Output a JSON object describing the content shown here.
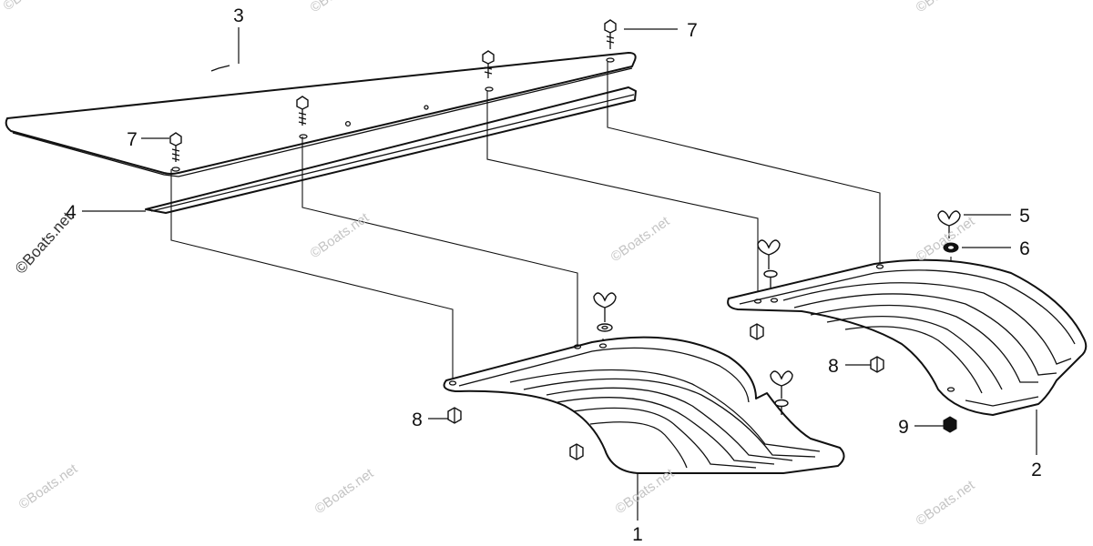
{
  "watermark": "©Boats.net",
  "callouts": [
    "1",
    "2",
    "3",
    "4",
    "5",
    "6",
    "7",
    "8",
    "9"
  ]
}
